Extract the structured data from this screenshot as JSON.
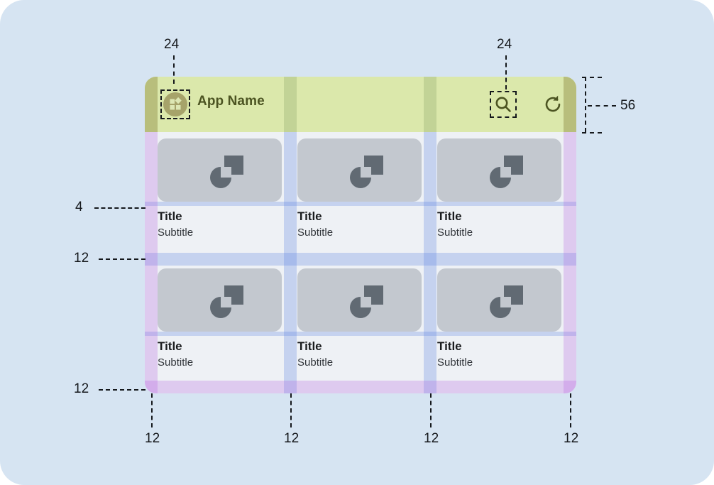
{
  "canvas": {
    "background_color": "#d6e4f2",
    "corner_radius": 34
  },
  "app": {
    "appbar": {
      "title": "App Name",
      "height": 56,
      "background_color": "#dbe8ab",
      "title_color": "#4c5422",
      "leading_icon": "app-grid-avatar-icon",
      "actions": [
        {
          "name": "search-icon",
          "label": "Search"
        },
        {
          "name": "refresh-icon",
          "label": "Refresh"
        }
      ]
    },
    "grid": {
      "columns": 3,
      "rows": 2,
      "cards": [
        {
          "title": "Title",
          "subtitle": "Subtitle",
          "image_icon": "image-placeholder-icon"
        },
        {
          "title": "Title",
          "subtitle": "Subtitle",
          "image_icon": "image-placeholder-icon"
        },
        {
          "title": "Title",
          "subtitle": "Subtitle",
          "image_icon": "image-placeholder-icon"
        },
        {
          "title": "Title",
          "subtitle": "Subtitle",
          "image_icon": "image-placeholder-icon"
        },
        {
          "title": "Title",
          "subtitle": "Subtitle",
          "image_icon": "image-placeholder-icon"
        },
        {
          "title": "Title",
          "subtitle": "Subtitle",
          "image_icon": "image-placeholder-icon"
        }
      ],
      "card_image_color": "#c3c8cf",
      "card_title_color": "#1a1c1e",
      "card_subtitle_color": "#32363b"
    }
  },
  "annotations": {
    "appbar_leading_inset": "24",
    "appbar_action_inset": "24",
    "appbar_height": "56",
    "image_to_title_gap": "4",
    "row_gap": "12",
    "content_bottom_padding": "12",
    "grid_left_padding": "12",
    "grid_gutter_1": "12",
    "grid_gutter_2": "12",
    "grid_right_padding": "12"
  },
  "overlay_colors": {
    "padding_purple": "rgba(181, 96, 224, .27)",
    "gutter_blue": "rgba(80, 124, 224, .26)",
    "appbar_padding_khaki": "rgba(150, 120, 30, .22)",
    "appbar_stripe_green": "#c2d396"
  }
}
